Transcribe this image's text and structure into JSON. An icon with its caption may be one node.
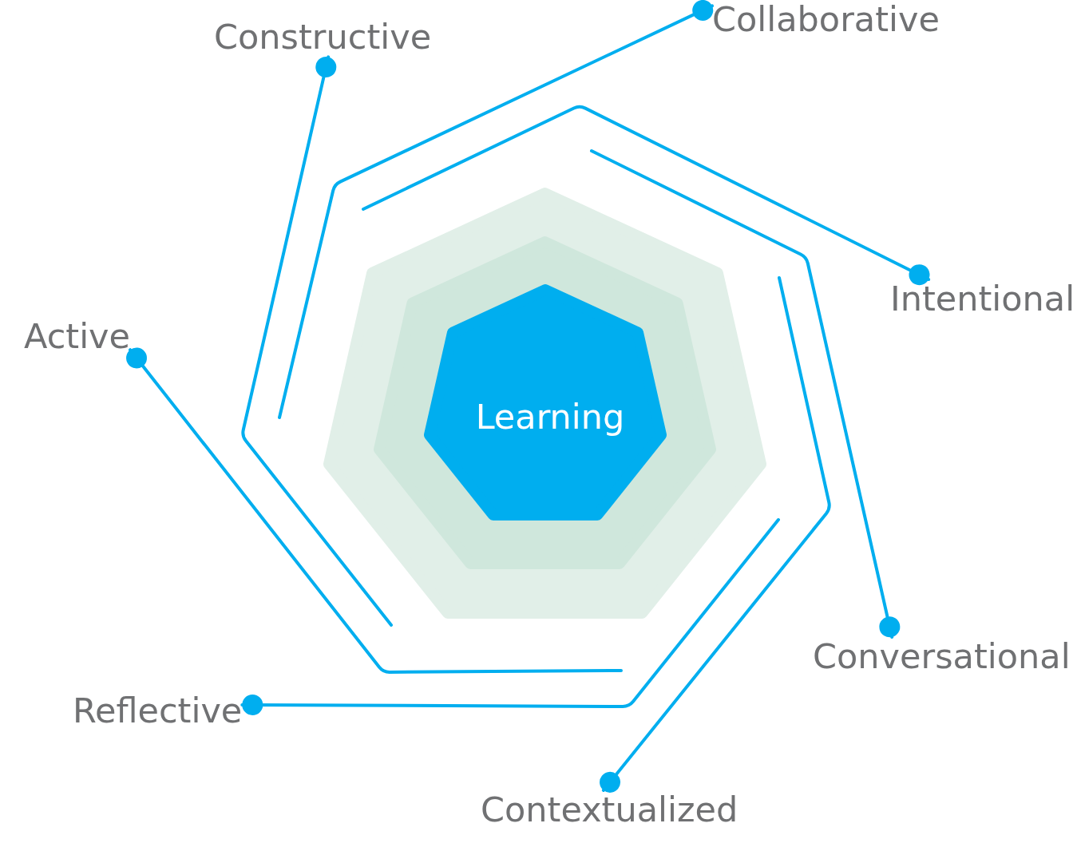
{
  "diagram": {
    "nodes": [
      {
        "text": [],
        "shape": "heptagon"
      },
      {
        "text": [],
        "shape": "heptagon",
        "in": 0
      },
      {
        "text": [
          "Learning"
        ],
        "in": 1
      },
      {
        "text": [
          "Constructive"
        ]
      },
      {
        "text": [
          "Collaborative"
        ]
      },
      {
        "text": [
          "Active"
        ]
      },
      {
        "text": [
          "Intentional"
        ]
      },
      {
        "text": [
          "Conversational"
        ]
      },
      {
        "text": [
          "Reflective"
        ]
      },
      {
        "text": [
          "Contextualized"
        ]
      }
    ],
    "edges": [
      {
        "from": 3,
        "to": null,
        "arrow": "other"
      },
      {
        "from": 4,
        "to": null,
        "arrow": "other"
      },
      {
        "from": 5,
        "to": null,
        "arrow": "other"
      },
      {
        "from": 6,
        "to": null,
        "arrow": "other"
      },
      {
        "from": 7,
        "to": null,
        "arrow": "other"
      },
      {
        "from": 8,
        "to": null,
        "arrow": "other"
      },
      {
        "from": 9,
        "to": null,
        "arrow": "other"
      }
    ]
  }
}
